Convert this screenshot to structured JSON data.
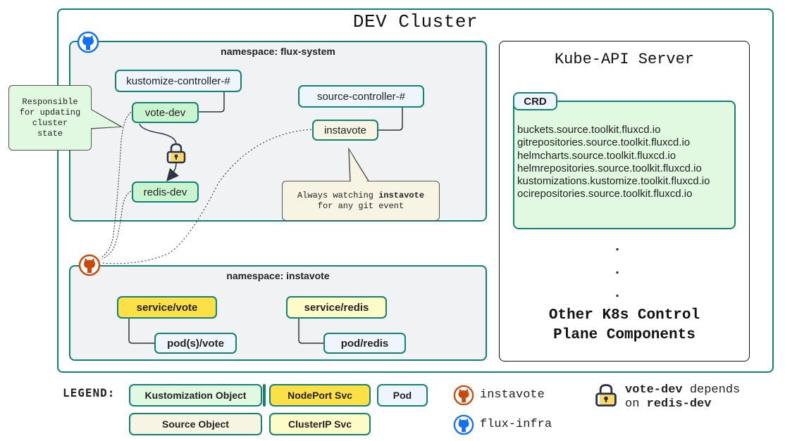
{
  "cluster": {
    "title": "DEV Cluster"
  },
  "namespaces": {
    "flux_system": {
      "title": "namespace: flux-system",
      "repo_icon": "github-icon-blue",
      "nodes": {
        "kustomize_controller": "kustomize-controller-#",
        "vote_dev": "vote-dev",
        "redis_dev": "redis-dev",
        "source_controller": "source-controller-#",
        "instavote_source": "instavote"
      }
    },
    "instavote": {
      "title": "namespace: instavote",
      "repo_icon": "github-icon-orange",
      "nodes": {
        "service_vote": "service/vote",
        "pods_vote": "pod(s)/vote",
        "service_redis": "service/redis",
        "pod_redis": "pod/redis"
      }
    }
  },
  "callouts": {
    "responsible": [
      "Responsible",
      "for updating",
      "cluster",
      "state"
    ],
    "watching": {
      "line1_prefix": "Always watching ",
      "line1_bold": "instavote",
      "line2": "for any git event"
    }
  },
  "api_server": {
    "title": "Kube-API Server",
    "crd_label": "CRD",
    "crds": [
      "buckets.source.toolkit.fluxcd.io",
      "gitrepositories.source.toolkit.fluxcd.io",
      "helmcharts.source.toolkit.fluxcd.io",
      "helmrepositories.source.toolkit.fluxcd.io",
      "kustomizations.kustomize.toolkit.fluxcd.io",
      "ocirepositories.source.toolkit.fluxcd.io"
    ],
    "ellipsis": [
      ".",
      ".",
      "."
    ],
    "other_line1": "Other K8s Control",
    "other_line2": "Plane Components"
  },
  "legend": {
    "label": "LEGEND:",
    "items": {
      "kustomization": "Kustomization Object",
      "nodeport": "NodePort Svc",
      "pod": "Pod",
      "source": "Source Object",
      "clusterip": "ClusterIP Svc"
    },
    "repos": {
      "instavote": "instavote",
      "flux_infra": "flux-infra"
    },
    "dependency": {
      "bold1": "vote-dev",
      "text1": " depends",
      "text2": "on ",
      "bold2": "redis-dev"
    }
  },
  "colors": {
    "teal_border": "#128272",
    "kustomization": "#c8f5cf",
    "source": "#f7f4e3",
    "nodeport": "#fde046",
    "clusterip": "#fdfbc8",
    "pod": "#eef5fd",
    "github_blue": "#1570ef",
    "github_orange": "#c94a0a",
    "lock_yellow": "#fcd86a"
  }
}
